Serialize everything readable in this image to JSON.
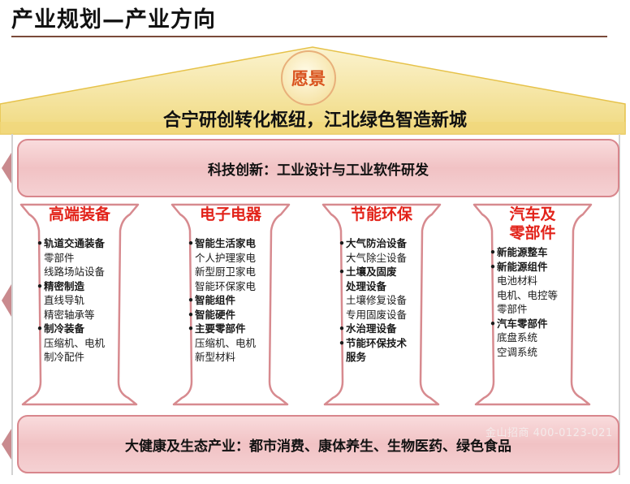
{
  "page": {
    "title": "产业规划—产业方向"
  },
  "vision": {
    "label": "愿景",
    "statement": "合宁研创转化枢纽，江北绿色智造新城"
  },
  "top_band": {
    "text": "科技创新：工业设计与工业软件研发"
  },
  "pillars": [
    {
      "title_lines": [
        "高端装备"
      ],
      "items": [
        {
          "heading": "轨道交通装备",
          "subs": [
            "零部件",
            "线路场站设备"
          ]
        },
        {
          "heading": "精密制造",
          "subs": [
            "直线导轨",
            "精密轴承等"
          ]
        },
        {
          "heading": "制冷装备",
          "subs": [
            "压缩机、电机",
            "制冷配件"
          ]
        }
      ]
    },
    {
      "title_lines": [
        "电子电器"
      ],
      "items": [
        {
          "heading": "智能生活家电",
          "subs": [
            "个人护理家电",
            "新型厨卫家电",
            "智能环保家电"
          ]
        },
        {
          "heading": "智能组件",
          "subs": []
        },
        {
          "heading": "智能硬件",
          "subs": []
        },
        {
          "heading": "主要零部件",
          "subs": [
            "压缩机、电机",
            "新型材料"
          ]
        }
      ]
    },
    {
      "title_lines": [
        "节能环保"
      ],
      "items": [
        {
          "heading": "大气防治设备",
          "subs": [
            "大气除尘设备"
          ]
        },
        {
          "heading": "土壤及固废",
          "subs": []
        },
        {
          "heading": "处理设备",
          "subs": [
            "土壤修复设备",
            "专用固废设备"
          ],
          "continuation": true
        },
        {
          "heading": "水治理设备",
          "subs": []
        },
        {
          "heading": "节能环保技术",
          "subs": []
        },
        {
          "heading": "服务",
          "subs": [],
          "continuation": true
        }
      ]
    },
    {
      "title_lines": [
        "汽车及",
        "零部件"
      ],
      "items": [
        {
          "heading": "新能源整车",
          "subs": []
        },
        {
          "heading": "新能源组件",
          "subs": [
            "电池材料",
            "电机、电控等",
            "零部件"
          ]
        },
        {
          "heading": "汽车零部件",
          "subs": [
            "底盘系统",
            "空调系统"
          ]
        }
      ]
    }
  ],
  "bottom_band": {
    "text": "大健康及生态产业：都市消费、康体养生、生物医药、绿色食品"
  },
  "watermark": {
    "text": "金山招商 400-0123-021"
  },
  "colors": {
    "roof": "#f3e29e",
    "roof_edge": "#e6c24a",
    "band_fill": "#f2c7c9",
    "band_edge": "#d8868c",
    "pillar_stroke": "#d78a8f",
    "title_red": "#e2231a",
    "vision_orange": "#d9531e"
  }
}
